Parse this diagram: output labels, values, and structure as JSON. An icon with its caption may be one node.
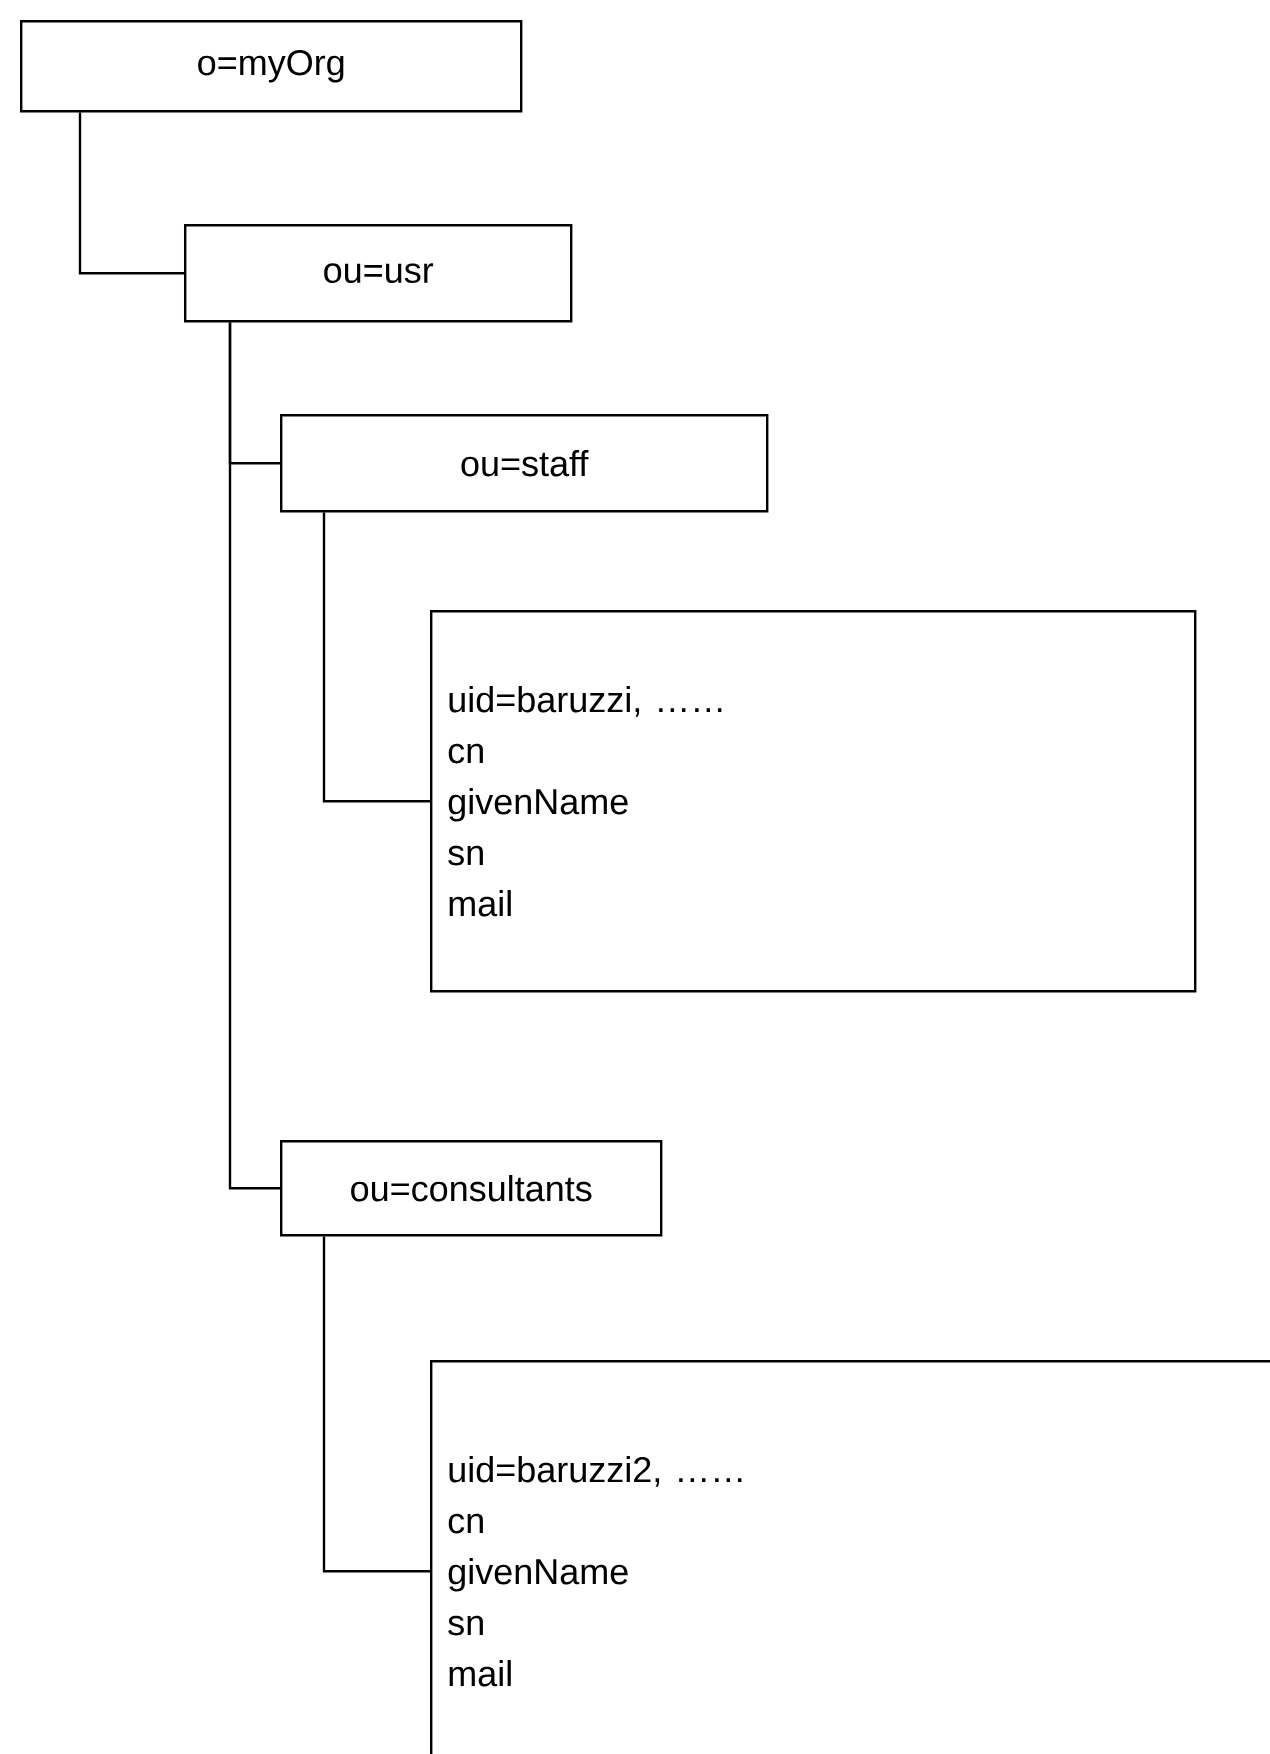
{
  "diagram": {
    "nodes": [
      {
        "text": [
          "o=myOrg"
        ]
      },
      {
        "text": [
          "ou=usr"
        ]
      },
      {
        "text": [
          "ou=staff"
        ]
      },
      {
        "text": [
          "uid=baruzzi, ……",
          "cn",
          "givenName",
          "sn",
          "mail"
        ]
      },
      {
        "text": [
          "ou=consultants"
        ]
      },
      {
        "text": [
          "uid=baruzzi2, ……",
          "cn",
          "givenName",
          "sn",
          "mail"
        ]
      }
    ],
    "edges": [
      {
        "from": 0,
        "to": 1,
        "arrow": "none"
      },
      {
        "from": 1,
        "to": 2,
        "arrow": "none"
      },
      {
        "from": 1,
        "to": 4,
        "arrow": "none"
      },
      {
        "from": 2,
        "to": 3,
        "arrow": "none"
      },
      {
        "from": 4,
        "to": 5,
        "arrow": "none"
      }
    ]
  }
}
